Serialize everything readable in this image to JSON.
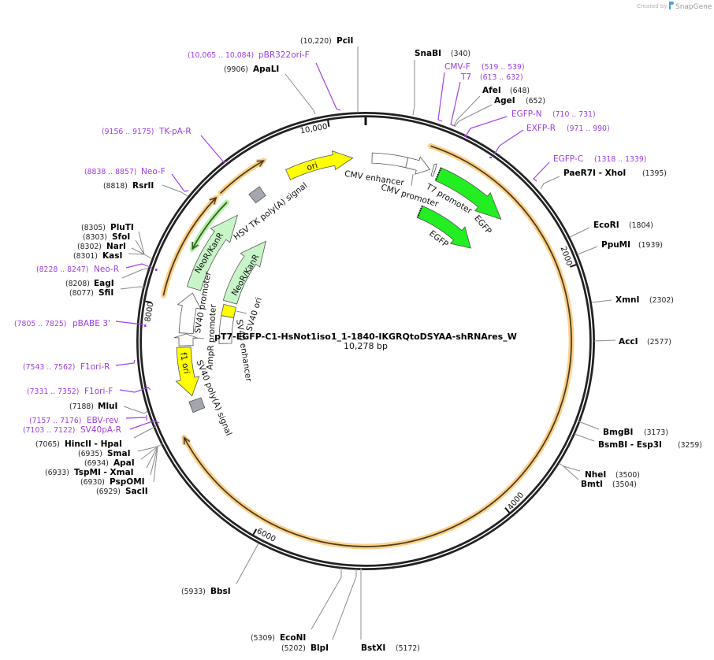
{
  "watermark": {
    "prefix": "Created by",
    "brand": "SnapGene",
    "brand_color": "#4aa3df"
  },
  "plasmid": {
    "name": "pT7-EGFP-C1-HsNot1iso1_1-1840-IKGRQtoDSYAA-shRNAres_W",
    "length": "10,278 bp"
  },
  "ticks": [
    "10,000",
    "2000",
    "4000",
    "6000",
    "8000"
  ],
  "enzymes": [
    {
      "name": "PciI",
      "pos": "(10,220)"
    },
    {
      "name": "ApaLI",
      "pos": "(9906)"
    },
    {
      "name": "SnaBI",
      "pos": "(340)"
    },
    {
      "name": "AfeI",
      "pos": "(648)"
    },
    {
      "name": "AgeI",
      "pos": "(652)"
    },
    {
      "name": "PaeR7I - XhoI",
      "pos": "(1395)"
    },
    {
      "name": "EcoRI",
      "pos": "(1804)"
    },
    {
      "name": "PpuMI",
      "pos": "(1939)"
    },
    {
      "name": "XmnI",
      "pos": "(2302)"
    },
    {
      "name": "AccI",
      "pos": "(2577)"
    },
    {
      "name": "BmgBI",
      "pos": "(3173)"
    },
    {
      "name": "BsmBI - Esp3I",
      "pos": "(3259)"
    },
    {
      "name": "NheI",
      "pos": "(3500)"
    },
    {
      "name": "BmtI",
      "pos": "(3504)"
    },
    {
      "name": "BstXI",
      "pos": "(5172)"
    },
    {
      "name": "BlpI",
      "pos": "(5202)"
    },
    {
      "name": "EcoNI",
      "pos": "(5309)"
    },
    {
      "name": "BbsI",
      "pos": "(5933)"
    },
    {
      "name": "SacII",
      "pos": "(6929)"
    },
    {
      "name": "PspOMI",
      "pos": "(6930)"
    },
    {
      "name": "TspMI - XmaI",
      "pos": "(6933)"
    },
    {
      "name": "ApaI",
      "pos": "(6934)"
    },
    {
      "name": "SmaI",
      "pos": "(6935)"
    },
    {
      "name": "HincII - HpaI",
      "pos": "(7065)"
    },
    {
      "name": "MluI",
      "pos": "(7188)"
    },
    {
      "name": "SfiI",
      "pos": "(8077)"
    },
    {
      "name": "EagI",
      "pos": "(8208)"
    },
    {
      "name": "KasI",
      "pos": "(8301)"
    },
    {
      "name": "NarI",
      "pos": "(8302)"
    },
    {
      "name": "SfoI",
      "pos": "(8303)"
    },
    {
      "name": "PluTI",
      "pos": "(8305)"
    },
    {
      "name": "RsrII",
      "pos": "(8818)"
    }
  ],
  "primers": [
    {
      "name": "pBR322ori-F",
      "range": "(10,065 .. 10,084)"
    },
    {
      "name": "CMV-F",
      "range": "(519 .. 539)"
    },
    {
      "name": "T7",
      "range": "(613 .. 632)"
    },
    {
      "name": "EGFP-N",
      "range": "(710 .. 731)"
    },
    {
      "name": "EXFP-R",
      "range": "(971 .. 990)"
    },
    {
      "name": "EGFP-C",
      "range": "(1318 .. 1339)"
    },
    {
      "name": "TK-pA-R",
      "range": "(9156 .. 9175)"
    },
    {
      "name": "Neo-F",
      "range": "(8838 .. 8857)"
    },
    {
      "name": "Neo-R",
      "range": "(8228 .. 8247)"
    },
    {
      "name": "pBABE 3'",
      "range": "(7805 .. 7825)"
    },
    {
      "name": "F1ori-R",
      "range": "(7543 .. 7562)"
    },
    {
      "name": "F1ori-F",
      "range": "(7331 .. 7352)"
    },
    {
      "name": "EBV-rev",
      "range": "(7157 .. 7176)"
    },
    {
      "name": "SV40pA-R",
      "range": "(7103 .. 7122)"
    }
  ],
  "features": [
    {
      "label": "ori",
      "color": "#ffff00"
    },
    {
      "label": "CMV enhancer",
      "color": "#ffffff"
    },
    {
      "label": "CMV promoter",
      "color": "#ffffff"
    },
    {
      "label": "T7 promoter",
      "color": "#ffffff"
    },
    {
      "label": "EGFP",
      "color": "#22ee22"
    },
    {
      "label": "EGFP",
      "color": "#22ee22"
    },
    {
      "label": "NeoR/KanR",
      "color": "#c8f5c8"
    },
    {
      "label": "NeoR/KanR",
      "color": "#c8f5c8"
    },
    {
      "label": "HSV TK poly(A) signal",
      "color": "#a3a7ad"
    },
    {
      "label": "SV40 promoter",
      "color": "#ffffff"
    },
    {
      "label": "AmpR promoter",
      "color": "#ffffff"
    },
    {
      "label": "f1 ori",
      "color": "#ffff00"
    },
    {
      "label": "SV40 poly(A) signal",
      "color": "#a3a7ad"
    },
    {
      "label": "SV40 ori",
      "color": "#ffff00"
    },
    {
      "label": "SV40 enhancer",
      "color": "#ffffff"
    }
  ],
  "colors": {
    "backbone": "#222222",
    "primer": "#9b3de6",
    "orf_halo": "#fcd28a",
    "orf_line": "#4d3b22",
    "orf_green_halo": "#b8f0a8",
    "orf_green_line": "#2f5f22"
  }
}
